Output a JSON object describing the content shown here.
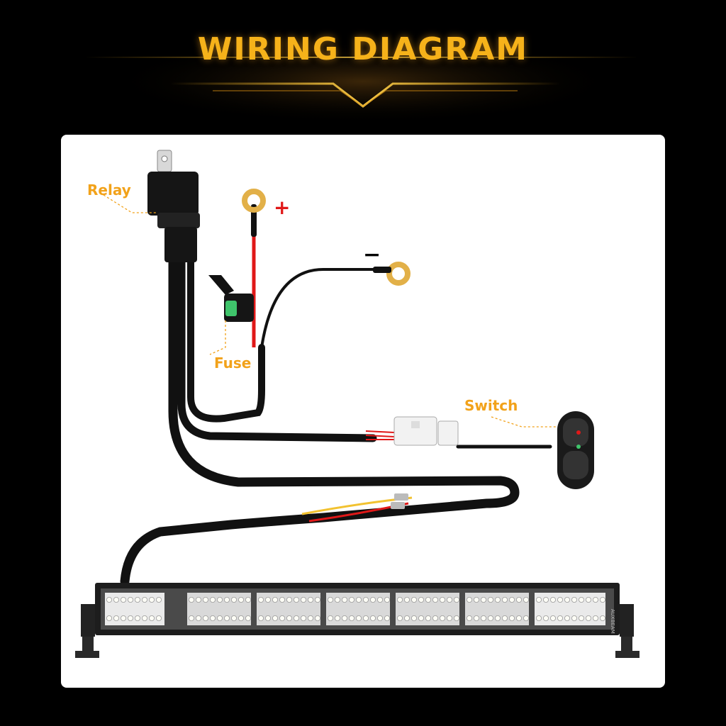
{
  "title": "WIRING DIAGRAM",
  "labels": {
    "relay": "Relay",
    "fuse": "Fuse",
    "switch": "Switch",
    "positive": "+",
    "negative": "−"
  },
  "light_bar": {
    "brand_text": "AUXBEAM"
  },
  "colors": {
    "accent": "#f6b21a",
    "callout": "#f2a21a",
    "background": "#000000",
    "panel": "#ffffff",
    "wire_black": "#111111",
    "wire_red": "#e01818",
    "wire_yellow": "#f2c230",
    "fuse_green": "#3fc46b",
    "positive_symbol": "#e01818",
    "terminal_gold": "#e2b048"
  }
}
